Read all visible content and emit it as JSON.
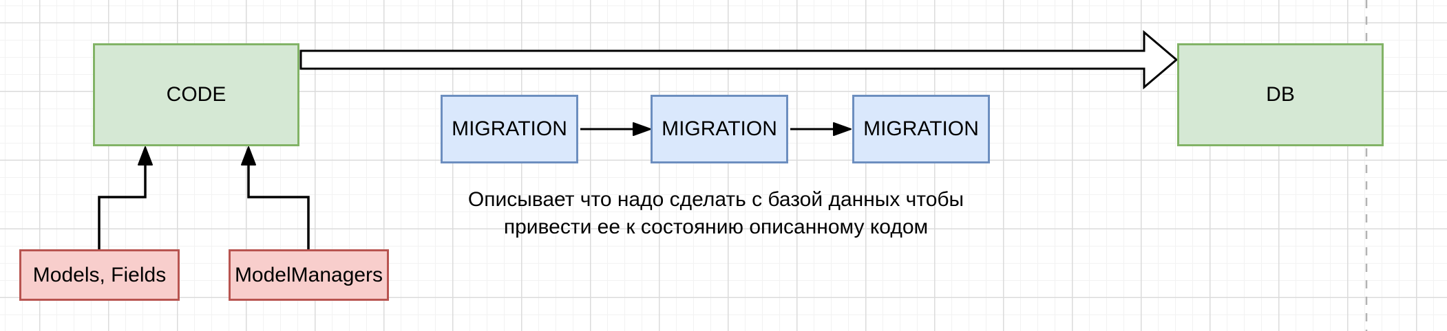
{
  "nodes": {
    "code": {
      "label": "CODE"
    },
    "db": {
      "label": "DB"
    },
    "migrations": [
      {
        "label": "MIGRATION"
      },
      {
        "label": "MIGRATION"
      },
      {
        "label": "MIGRATION"
      }
    ],
    "models_fields": {
      "label": "Models, Fields"
    },
    "model_managers": {
      "label": "ModelManagers"
    }
  },
  "annotation": {
    "lines": [
      "Описывает что надо сделать с базой данных чтобы",
      "привести ее к состоянию описанному кодом"
    ]
  },
  "colors": {
    "green_fill": "#d5e8d4",
    "green_border": "#82b366",
    "blue_fill": "#dae8fc",
    "blue_border": "#6c8ebf",
    "red_fill": "#f8cecc",
    "red_border": "#b85450",
    "arrow_stroke": "#000000",
    "arrow_fill": "#ffffff",
    "dashed_line": "#b3b3b3",
    "grid_minor": "#f2f2f2",
    "grid_major": "#dbdbdb",
    "text": "#000000"
  }
}
